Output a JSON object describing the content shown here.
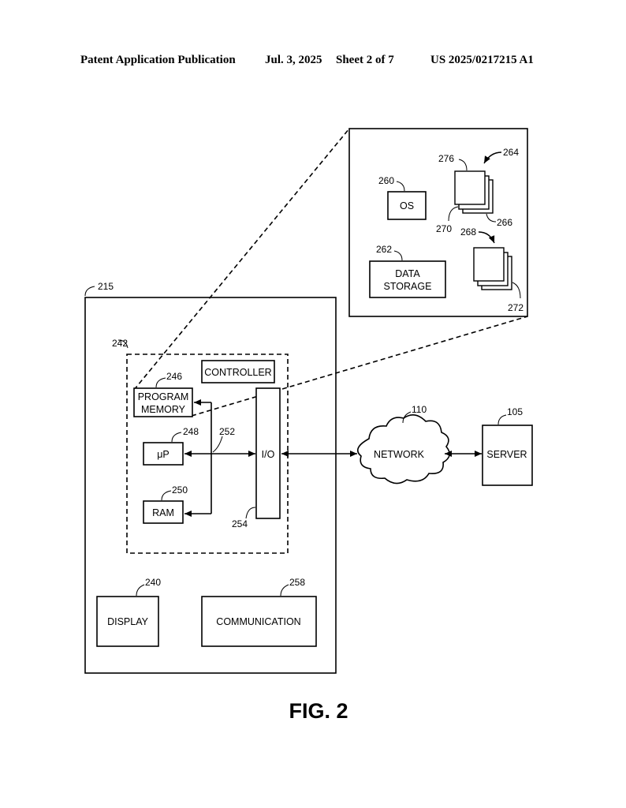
{
  "header": {
    "publication": "Patent Application Publication",
    "date": "Jul. 3, 2025",
    "sheet": "Sheet 2 of 7",
    "number": "US 2025/0217215 A1"
  },
  "figure": {
    "caption": "FIG. 2",
    "device": {
      "ref": "215"
    },
    "controller_group": {
      "ref": "242"
    },
    "controller": {
      "label": "CONTROLLER"
    },
    "program_memory": {
      "label_line1": "PROGRAM",
      "label_line2": "MEMORY",
      "ref": "246"
    },
    "microprocessor": {
      "label": "μP",
      "ref": "248"
    },
    "ram": {
      "label": "RAM",
      "ref": "250"
    },
    "bus": {
      "ref": "252"
    },
    "io": {
      "label": "I/O",
      "ref": "254"
    },
    "display": {
      "label": "DISPLAY",
      "ref": "240"
    },
    "communication": {
      "label": "COMMUNICATION",
      "ref": "258"
    },
    "network": {
      "label": "NETWORK",
      "ref": "110"
    },
    "server": {
      "label": "SERVER",
      "ref": "105"
    },
    "memory_detail": {
      "os": {
        "label": "OS",
        "ref": "260"
      },
      "data_storage": {
        "label_line1": "DATA",
        "label_line2": "STORAGE",
        "ref": "262"
      },
      "stack_a": {
        "ref_group": "264",
        "ref_top": "276",
        "ref_mid": "270",
        "ref_back": "266"
      },
      "stack_b": {
        "ref_group": "268",
        "ref_back": "272"
      }
    }
  }
}
